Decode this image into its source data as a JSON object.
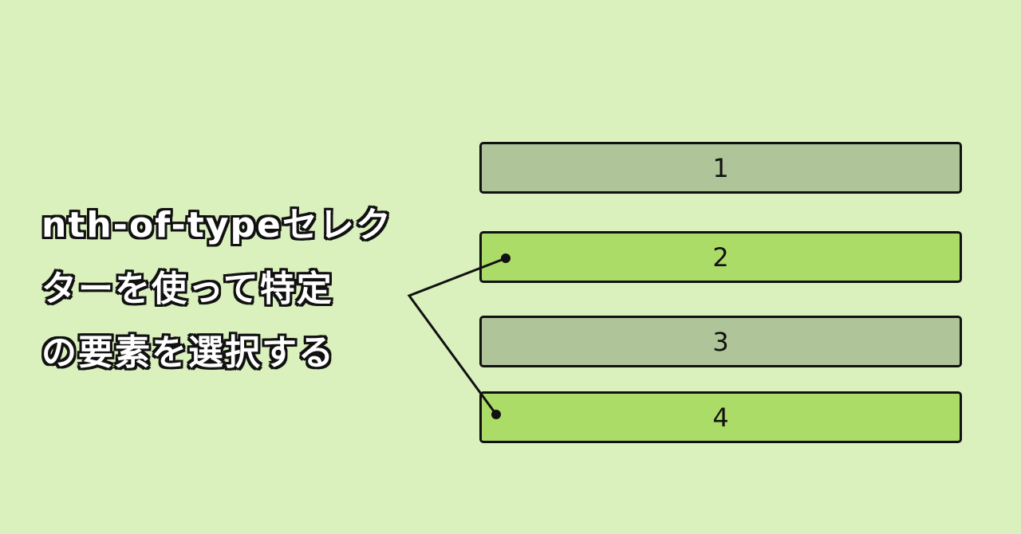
{
  "title": {
    "lines": [
      "nth-of-typeセレク",
      "ターを使って特定",
      "の要素を選択する"
    ]
  },
  "items": [
    {
      "label": "1",
      "highlighted": false
    },
    {
      "label": "2",
      "highlighted": true
    },
    {
      "label": "3",
      "highlighted": false
    },
    {
      "label": "4",
      "highlighted": true
    }
  ],
  "colors": {
    "background": "#daf0bd",
    "item_default": "#b0c49a",
    "item_highlighted": "#acdc68",
    "border": "#111111",
    "title_text": "#ffffff"
  }
}
